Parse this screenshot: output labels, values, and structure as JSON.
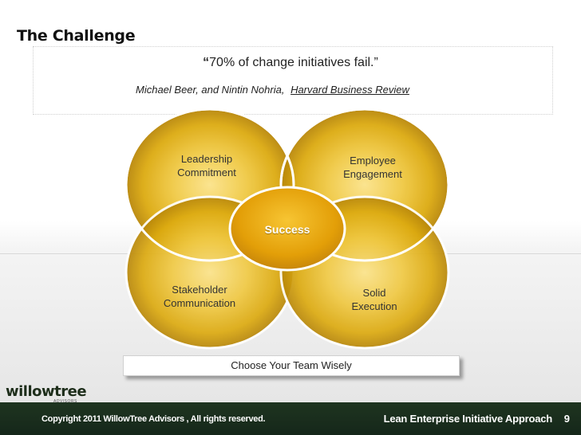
{
  "slide": {
    "title": "The Challenge"
  },
  "quote": {
    "open_mark": "“",
    "text": "70% of change initiatives fail.”",
    "authors": "Michael Beer, and Nintin Nohria,",
    "source": "Harvard Business Review"
  },
  "venn": {
    "circles": [
      {
        "label_line1": "Leadership",
        "label_line2": "Commitment"
      },
      {
        "label_line1": "Employee",
        "label_line2": "Engagement"
      },
      {
        "label_line1": "Stakeholder",
        "label_line2": "Communication"
      },
      {
        "label_line1": "Solid",
        "label_line2": "Execution"
      }
    ],
    "center_label": "Success",
    "colors": {
      "gold": "#e3b30d",
      "gold_light": "#fbe38a",
      "outline": "#ffffff"
    }
  },
  "caption": "Choose Your Team Wisely",
  "footer": {
    "logo_text": "willowtree",
    "logo_subtext": "ADVISORS",
    "copyright": "Copyright 2011 WillowTree Advisors , All  rights reserved.",
    "deck_title": "Lean Enterprise Initiative Approach",
    "page_number": "9",
    "bar_color": "#1b2f1d"
  }
}
